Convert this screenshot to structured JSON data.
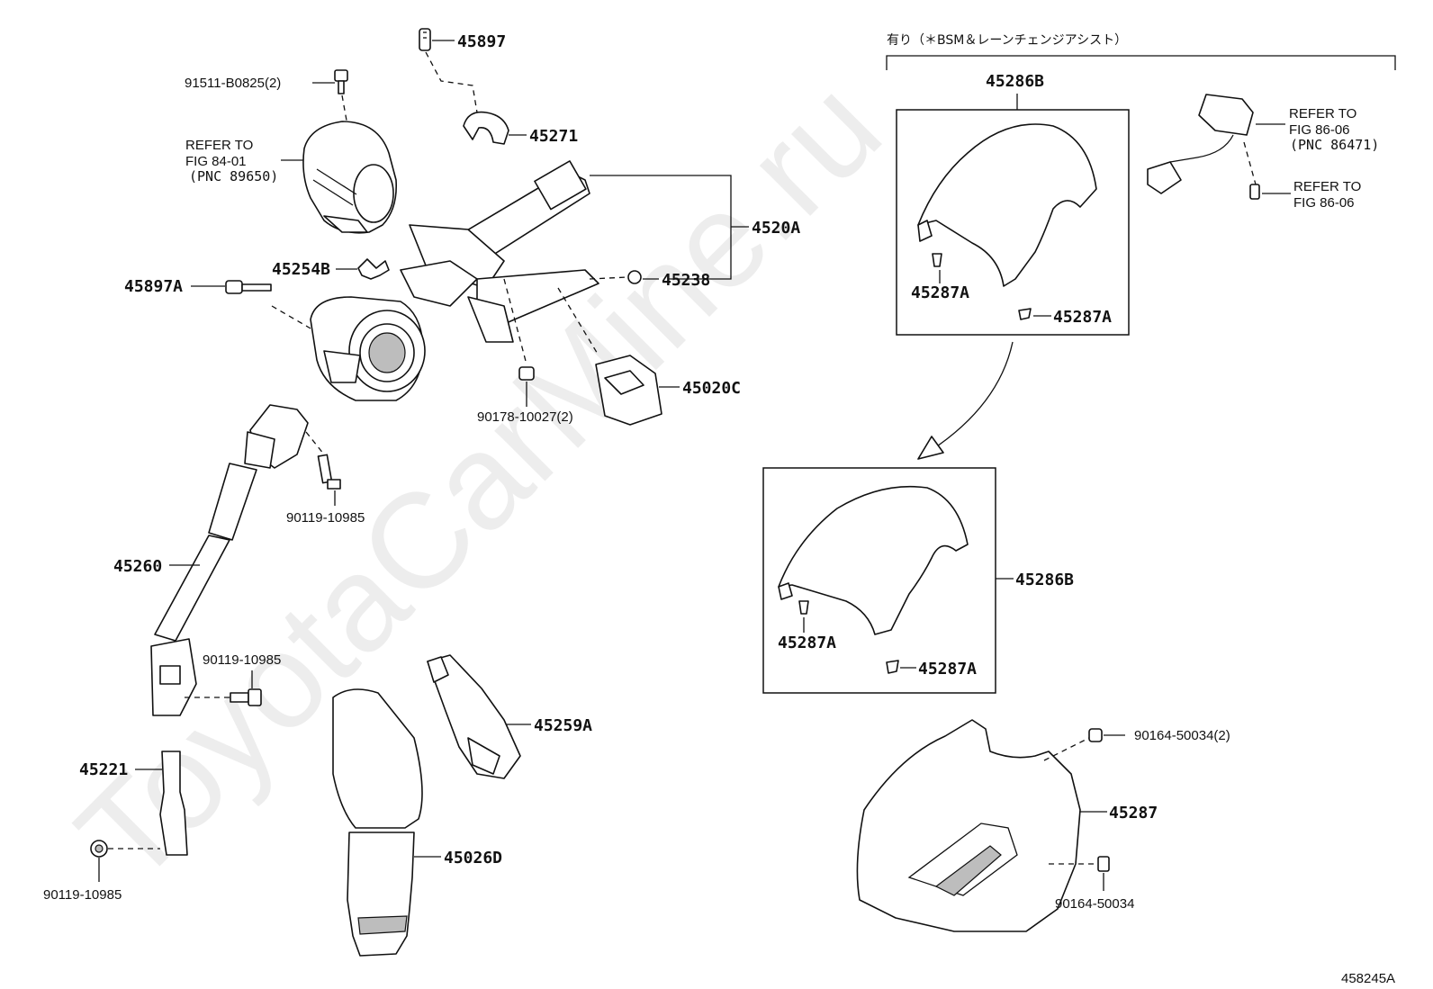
{
  "watermark": "ToyotaCarMine.ru",
  "diagram_code": "458245A",
  "bsm_note": "有り（＊BSM＆レーンチェンジアシスト）",
  "labels": {
    "p45897": "45897",
    "p91511": "91511-B0825(2)",
    "refer1_line1": "REFER TO",
    "refer1_line2": "FIG 84-01",
    "refer1_line3": "(PNC 89650)",
    "p45271": "45271",
    "p4520A": "4520A",
    "p45254B": "45254B",
    "p45238": "45238",
    "p45897A": "45897A",
    "p45020C": "45020C",
    "p90178": "90178-10027(2)",
    "p90119_a": "90119-10985",
    "p45260": "45260",
    "p90119_b": "90119-10985",
    "p45259A": "45259A",
    "p45221": "45221",
    "p90119_c": "90119-10985",
    "p45026D": "45026D",
    "p45286B_top": "45286B",
    "p45287A_1": "45287A",
    "p45287A_2": "45287A",
    "refer2_line1": "REFER TO",
    "refer2_line2": "FIG 86-06",
    "refer2_line3": "(PNC 86471)",
    "refer3_line1": "REFER TO",
    "refer3_line2": "FIG 86-06",
    "p45286B_mid": "45286B",
    "p45287A_3": "45287A",
    "p45287A_4": "45287A",
    "p90164_a": "90164-50034(2)",
    "p45287": "45287",
    "p90164_b": "90164-50034"
  }
}
